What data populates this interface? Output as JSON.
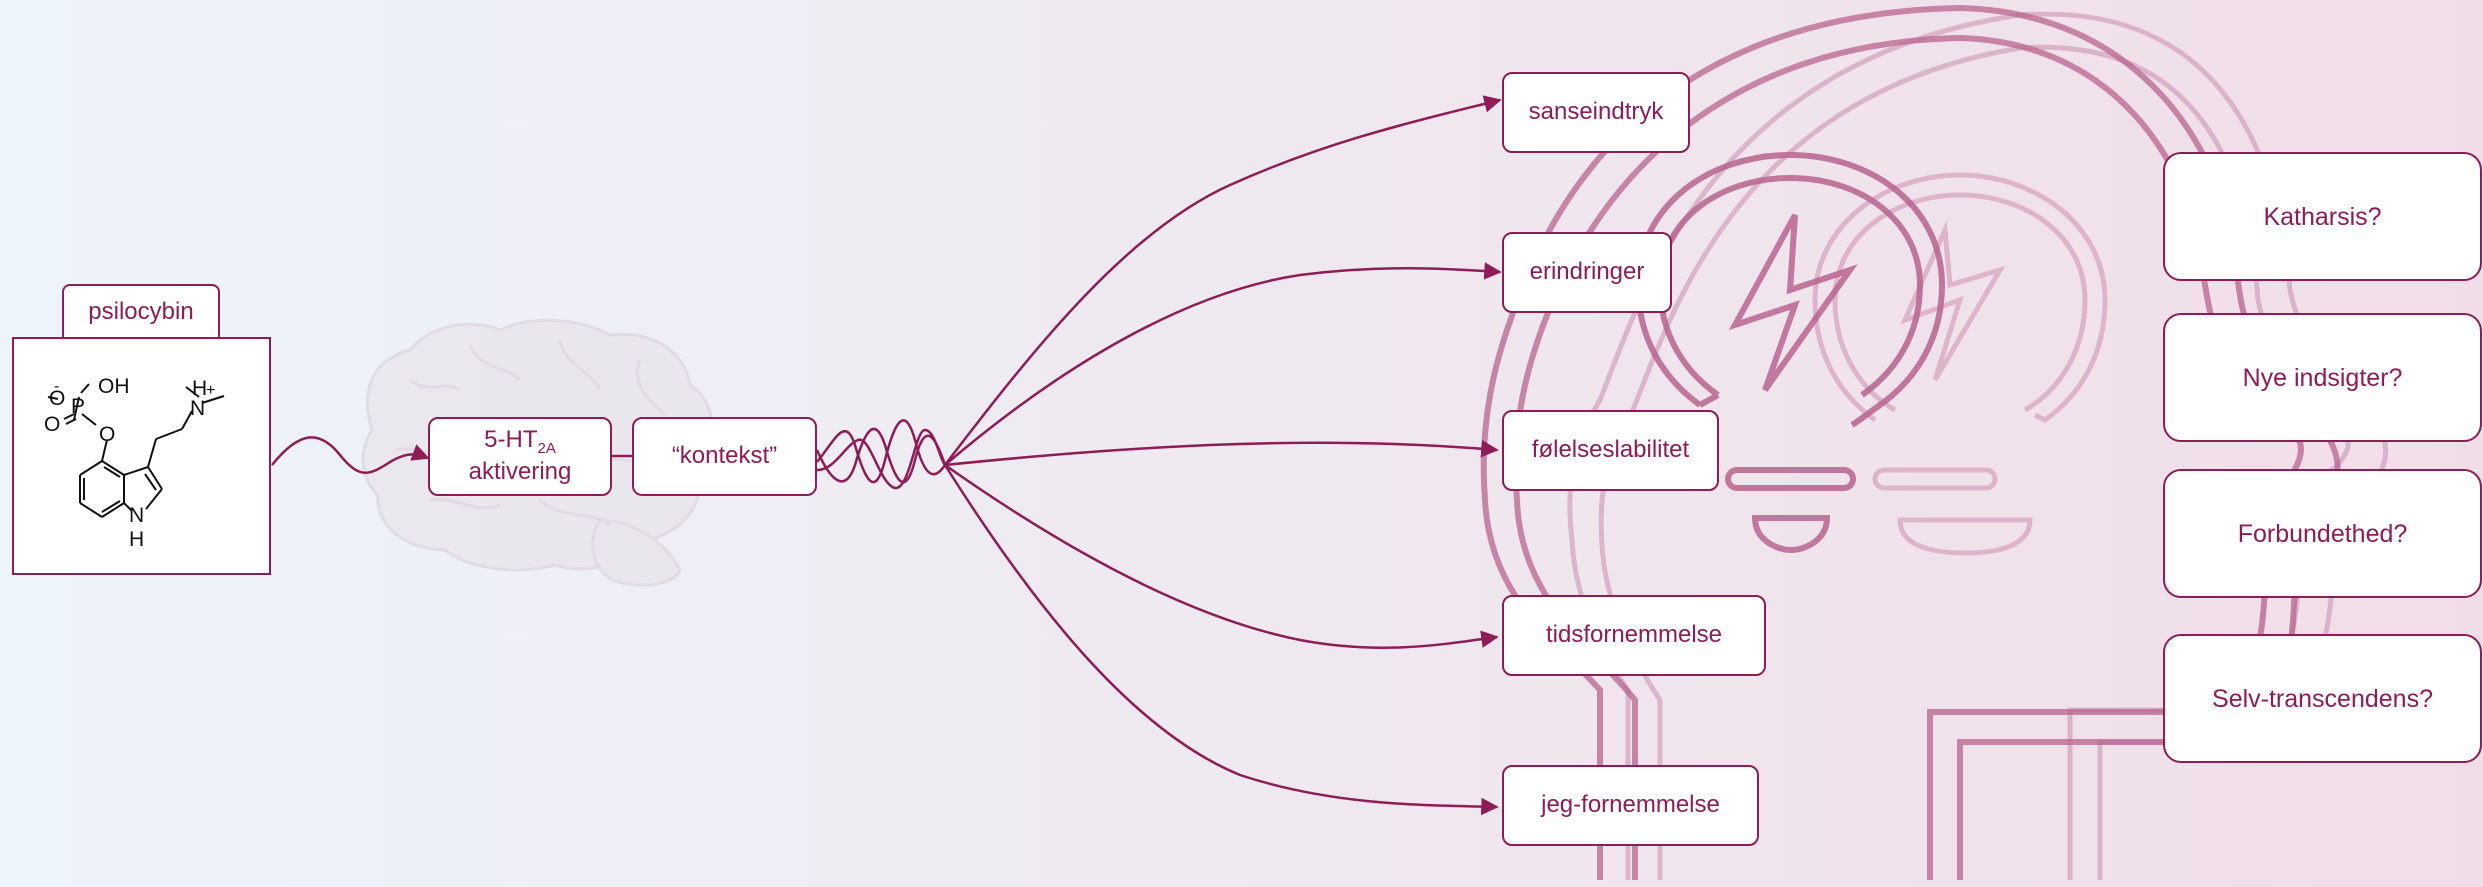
{
  "molecule": {
    "name": "psilocybin",
    "atom_labels": [
      "O",
      "-",
      "OH",
      "P",
      "O",
      "O",
      "N",
      "H",
      "+",
      "N",
      "H"
    ]
  },
  "pathway": {
    "receptor_main": "5-HT",
    "receptor_sub": "2A",
    "receptor_line2": "aktivering",
    "context": "“kontekst”"
  },
  "effects": [
    "sanseindtryk",
    "erindringer",
    "følelseslabilitet",
    "tidsfornemmelse",
    "jeg-fornemmelse"
  ],
  "outcomes": [
    "Katharsis?",
    "Nye indsigter?",
    "Forbundethed?",
    "Selv-transcendens?"
  ],
  "colors": {
    "accent": "#8e1c56",
    "background_left": "#eef4fc",
    "background_right": "#f1dde8"
  },
  "icons": [
    "brain-illustration",
    "head-silhouette-icon",
    "lightbulb-icon",
    "lightning-bolt-icon"
  ]
}
